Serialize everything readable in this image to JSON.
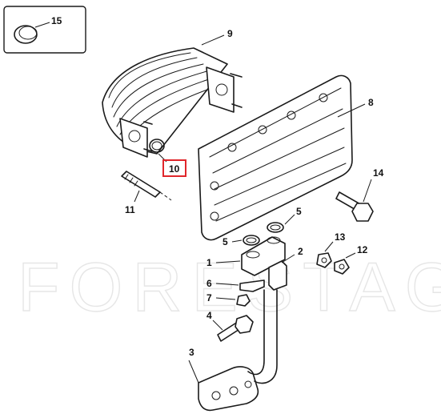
{
  "watermark": "FORESTAGRI",
  "highlight_color": "#e0262b",
  "callouts": [
    {
      "id": "1",
      "label": "1"
    },
    {
      "id": "2",
      "label": "2"
    },
    {
      "id": "3",
      "label": "3"
    },
    {
      "id": "4",
      "label": "4"
    },
    {
      "id": "5a",
      "label": "5"
    },
    {
      "id": "5b",
      "label": "5"
    },
    {
      "id": "6",
      "label": "6"
    },
    {
      "id": "7",
      "label": "7"
    },
    {
      "id": "8",
      "label": "8"
    },
    {
      "id": "9",
      "label": "9"
    },
    {
      "id": "10",
      "label": "10"
    },
    {
      "id": "11",
      "label": "11"
    },
    {
      "id": "12",
      "label": "12"
    },
    {
      "id": "13",
      "label": "13"
    },
    {
      "id": "14",
      "label": "14"
    },
    {
      "id": "15",
      "label": "15"
    }
  ]
}
